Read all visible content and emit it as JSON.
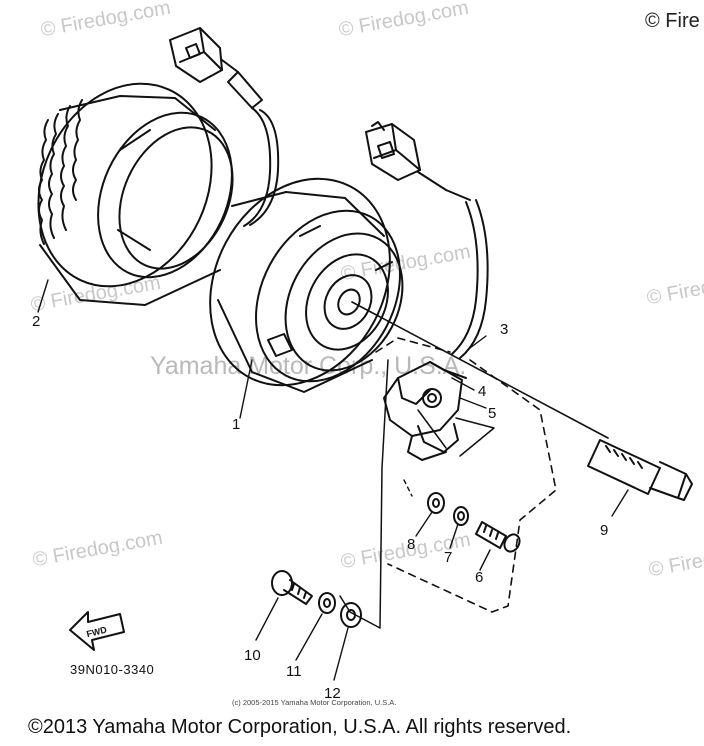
{
  "watermark": {
    "repeat_text": "© Firedog.com",
    "center_text": "Yamaha Motor Corp., U.S.A.",
    "corner_text": "© Fire"
  },
  "callouts": [
    {
      "id": "1",
      "label": "1"
    },
    {
      "id": "2",
      "label": "2"
    },
    {
      "id": "3",
      "label": "3"
    },
    {
      "id": "4",
      "label": "4"
    },
    {
      "id": "5",
      "label": "5"
    },
    {
      "id": "6",
      "label": "6"
    },
    {
      "id": "7",
      "label": "7"
    },
    {
      "id": "8",
      "label": "8"
    },
    {
      "id": "9",
      "label": "9"
    },
    {
      "id": "10",
      "label": "10"
    },
    {
      "id": "11",
      "label": "11"
    },
    {
      "id": "12",
      "label": "12"
    }
  ],
  "fwd_label": "FWD",
  "part_code": "39N010-3340",
  "small_copyright": "(c) 2005-2015 Yamaha Motor Corporation, U.S.A.",
  "footer": "©2013 Yamaha Motor Corporation, U.S.A. All rights reserved."
}
